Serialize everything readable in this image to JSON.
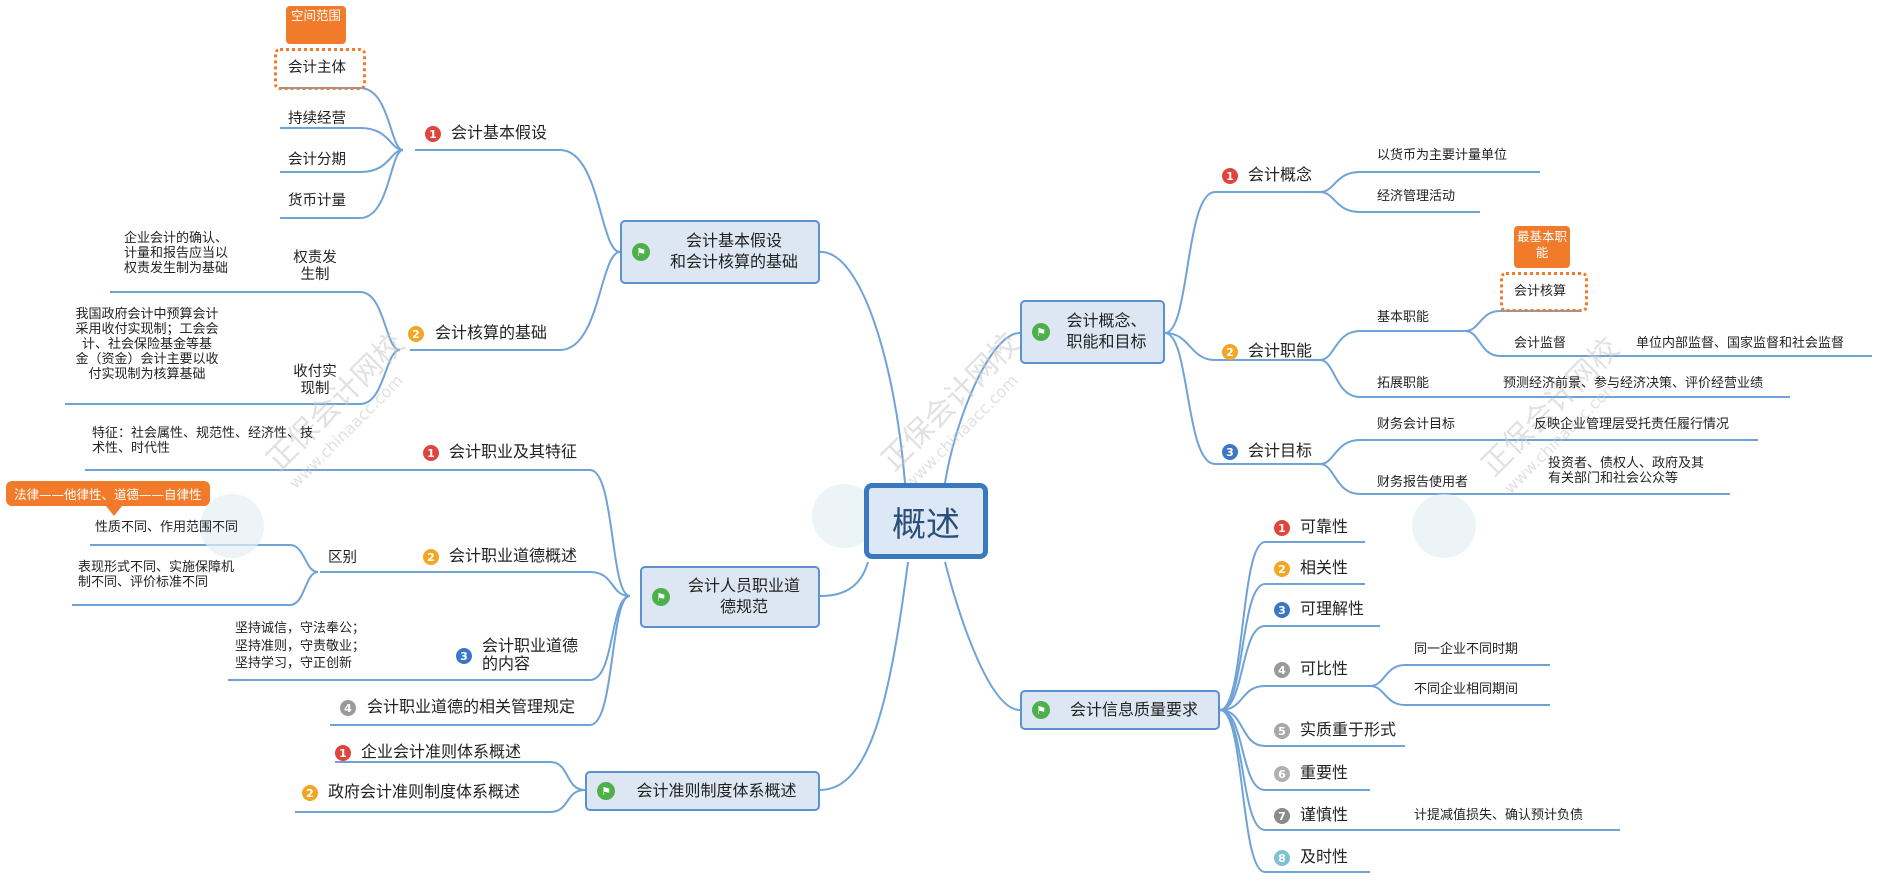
{
  "root": {
    "label": "概述"
  },
  "watermark": {
    "text": "正保会计网校",
    "url": "www.chinaacc.com"
  },
  "tags": {
    "space_range": "空间范围",
    "most_basic": "最基本职能",
    "law_callout": "法律——他律性、道德——自律性"
  },
  "left": {
    "b1": {
      "label": "会计基本假设\n和会计核算的基础",
      "assumptions": {
        "label": "会计基本假设",
        "items": [
          "会计主体",
          "持续经营",
          "会计分期",
          "货币计量"
        ]
      },
      "basis": {
        "label": "会计核算的基础",
        "accrual": {
          "label": "权责发\n生制",
          "note": "企业会计的确认、\n计量和报告应当以\n权责发生制为基础"
        },
        "cash": {
          "label": "收付实\n现制",
          "note": "我国政府会计中预算会计\n采用收付实现制；工会会\n计、社会保险基金等基\n金（资金）会计主要以收\n付实现制为核算基础"
        }
      }
    },
    "b2": {
      "label": "会计人员职业道\n德规范",
      "profession": {
        "label": "会计职业及其特征",
        "note": "特征：社会属性、规范性、经济性、技\n术性、时代性"
      },
      "ethics": {
        "label": "会计职业道德概述",
        "diff": "区别",
        "diff1": "性质不同、作用范围不同",
        "diff2": "表现形式不同、实施保障机\n制不同、评价标准不同"
      },
      "content": {
        "label": "会计职业道德\n的内容",
        "note": "坚持诚信，守法奉公；\n坚持准则，守责敬业；\n坚持学习，守正创新"
      },
      "rules": {
        "label": "会计职业道德的相关管理规定"
      }
    },
    "b3": {
      "label": "会计准则制度体系概述",
      "items": [
        "企业会计准则体系概述",
        "政府会计准则制度体系概述"
      ]
    }
  },
  "right": {
    "b1": {
      "label": "会计概念、\n职能和目标",
      "concept": {
        "label": "会计概念",
        "items": [
          "以货币为主要计量单位",
          "经济管理活动"
        ]
      },
      "functions": {
        "label": "会计职能",
        "basic": {
          "label": "基本职能",
          "accounting": "会计核算",
          "supervision": "会计监督",
          "supervision_note": "单位内部监督、国家监督和社会监督"
        },
        "extended": {
          "label": "拓展职能",
          "note": "预测经济前景、参与经济决策、评价经营业绩"
        }
      },
      "objectives": {
        "label": "会计目标",
        "fin": {
          "label": "财务会计目标",
          "note": "反映企业管理层受托责任履行情况"
        },
        "users": {
          "label": "财务报告使用者",
          "note": "投资者、债权人、政府及其\n有关部门和社会公众等"
        }
      }
    },
    "b2": {
      "label": "会计信息质量要求",
      "items": [
        "可靠性",
        "相关性",
        "可理解性",
        "可比性",
        "实质重于形式",
        "重要性",
        "谨慎性",
        "及时性"
      ],
      "comparability": [
        "同一企业不同时期",
        "不同企业相同期间"
      ],
      "prudence_note": "计提减值损失、确认预计负债"
    }
  },
  "colors": {
    "line": "#6fa3d8",
    "main_border": "#5b91cf",
    "main_fill": "#dde7f3",
    "accent": "#f17b2a",
    "flag": "#4eb04b"
  }
}
